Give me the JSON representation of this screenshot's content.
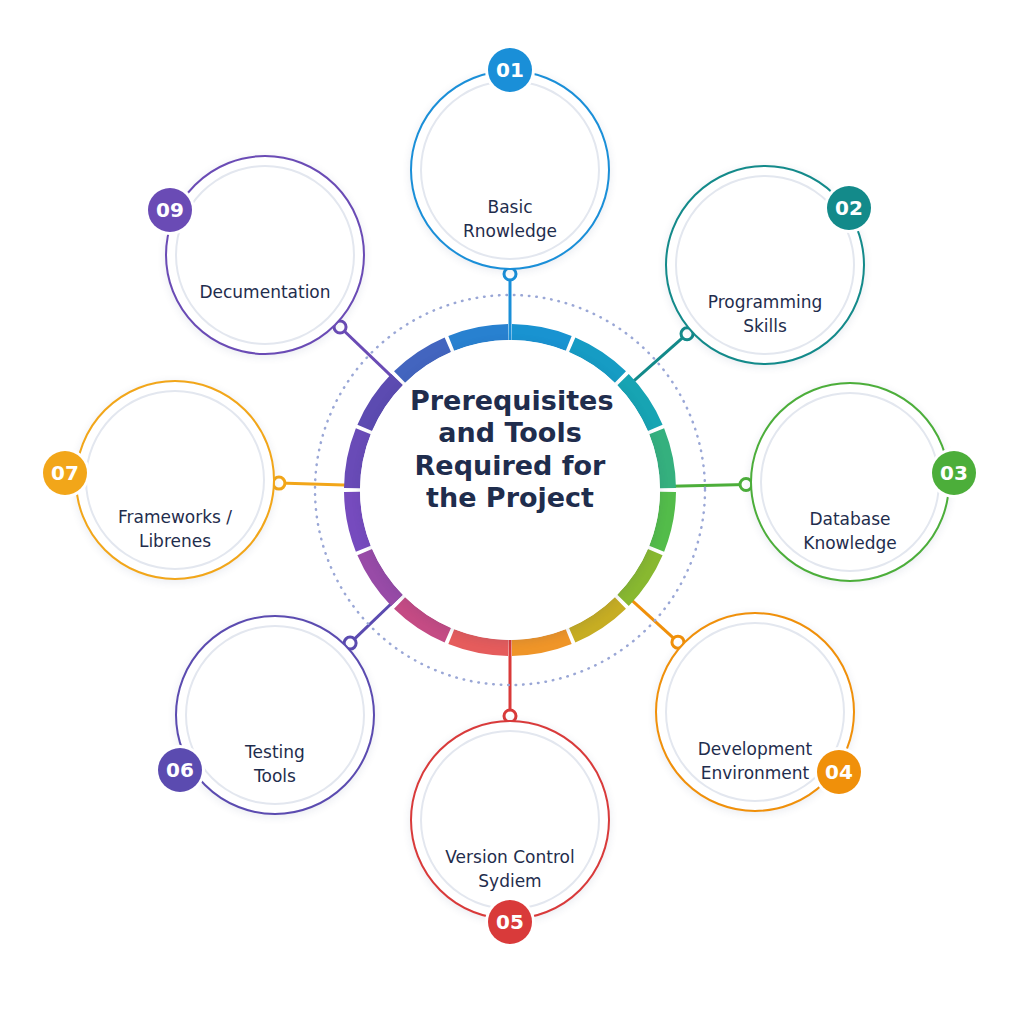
{
  "diagram": {
    "nodes": [
      {
        "text": [
          "Prerequisites and Tools Required for the Project"
        ]
      },
      {
        "text": [
          "01",
          "Basic Rnowledge"
        ]
      },
      {
        "text": [
          "02",
          "Programming Skills"
        ]
      },
      {
        "text": [
          "03",
          "Database Knowledge"
        ]
      },
      {
        "text": [
          "04",
          "Development Environment"
        ]
      },
      {
        "text": [
          "05",
          "Version Control Sydiem"
        ]
      },
      {
        "text": [
          "06",
          "Testing Tools"
        ]
      },
      {
        "text": [
          "07",
          "Frameworks / Librenes"
        ]
      },
      {
        "text": [
          "09",
          "Decumentation"
        ]
      }
    ],
    "edges": [
      {
        "from": 0,
        "to": 1,
        "arrow": "none"
      },
      {
        "from": 0,
        "to": 2,
        "arrow": "none"
      },
      {
        "from": 0,
        "to": 3,
        "arrow": "none"
      },
      {
        "from": 0,
        "to": 4,
        "arrow": "none"
      },
      {
        "from": 0,
        "to": 5,
        "arrow": "none"
      },
      {
        "from": 0,
        "to": 6,
        "arrow": "none"
      },
      {
        "from": 0,
        "to": 7,
        "arrow": "none"
      },
      {
        "from": 0,
        "to": 8,
        "arrow": "none"
      }
    ]
  }
}
